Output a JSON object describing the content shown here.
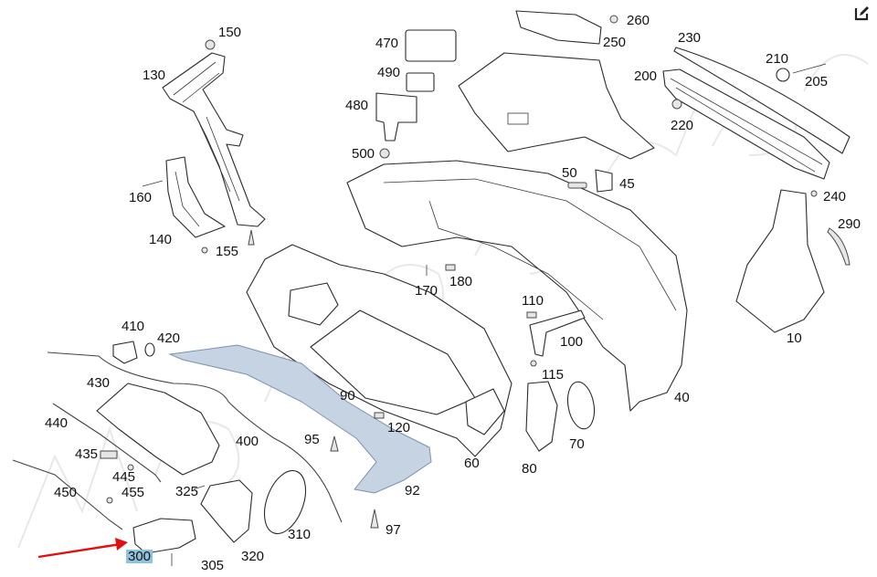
{
  "diagram": {
    "title": "Rear bumper exploded parts diagram",
    "watermark": "mercedes",
    "highlight_color": "#8fc3dd",
    "arrow_color": "#e01010",
    "highlighted_part": "300",
    "callouts": {
      "c10": "10",
      "c40": "40",
      "c45": "45",
      "c50": "50",
      "c60": "60",
      "c70": "70",
      "c80": "80",
      "c90": "90",
      "c92": "92",
      "c95": "95",
      "c97": "97",
      "c100": "100",
      "c110": "110",
      "c115": "115",
      "c120": "120",
      "c130": "130",
      "c140": "140",
      "c150": "150",
      "c155": "155",
      "c160": "160",
      "c170": "170",
      "c180": "180",
      "c200": "200",
      "c205": "205",
      "c210": "210",
      "c220": "220",
      "c230": "230",
      "c240": "240",
      "c250": "250",
      "c260": "260",
      "c290": "290",
      "c300": "300",
      "c305": "305",
      "c310": "310",
      "c320": "320",
      "c325": "325",
      "c400": "400",
      "c410": "410",
      "c420": "420",
      "c430": "430",
      "c435": "435",
      "c440": "440",
      "c445": "445",
      "c450": "450",
      "c455": "455",
      "c470": "470",
      "c480": "480",
      "c490": "490",
      "c500": "500"
    }
  },
  "toolbar": {
    "edit_icon": "edit-icon"
  }
}
